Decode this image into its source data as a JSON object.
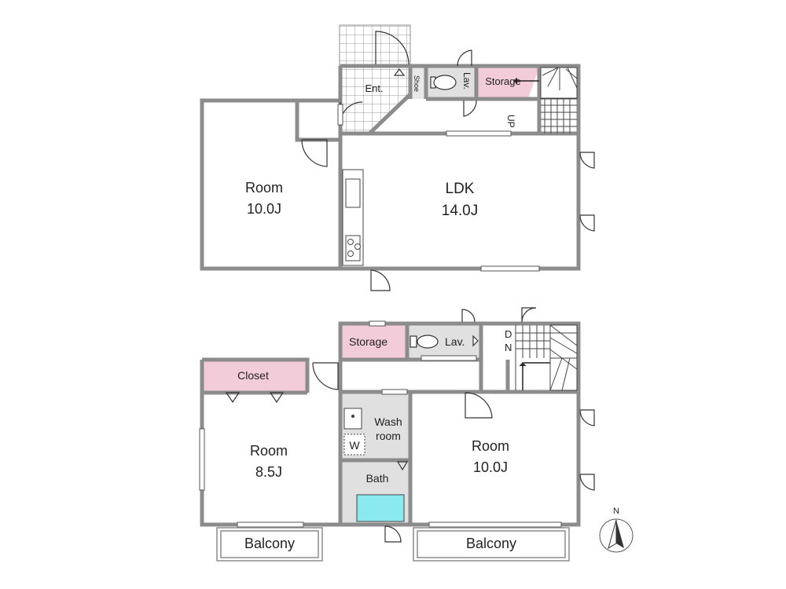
{
  "rooms": {
    "room_1f": {
      "name": "Room",
      "size": "10.0J"
    },
    "ldk": {
      "name": "LDK",
      "size": "14.0J"
    },
    "room_west": {
      "name": "Room",
      "size": "8.5J"
    },
    "room_east": {
      "name": "Room",
      "size": "10.0J"
    }
  },
  "labels": {
    "entrance": "Ent.",
    "shoe": "Shoe",
    "lav_1f": "Lav.",
    "storage_1f": "Storage",
    "up": "UP",
    "storage_2f": "Storage",
    "lav_2f": "Lav.",
    "dn": "DN",
    "closet": "Closet",
    "wash_1": "Wash",
    "wash_2": "room",
    "washer": "W",
    "bath": "Bath",
    "balcony_west": "Balcony",
    "balcony_east": "Balcony",
    "north": "N"
  },
  "colors": {
    "wall": "#8c8c8c",
    "storage_fill": "#f2cdd9",
    "wet_fill": "#e0e0e0",
    "bathtub": "#8be9f0"
  }
}
